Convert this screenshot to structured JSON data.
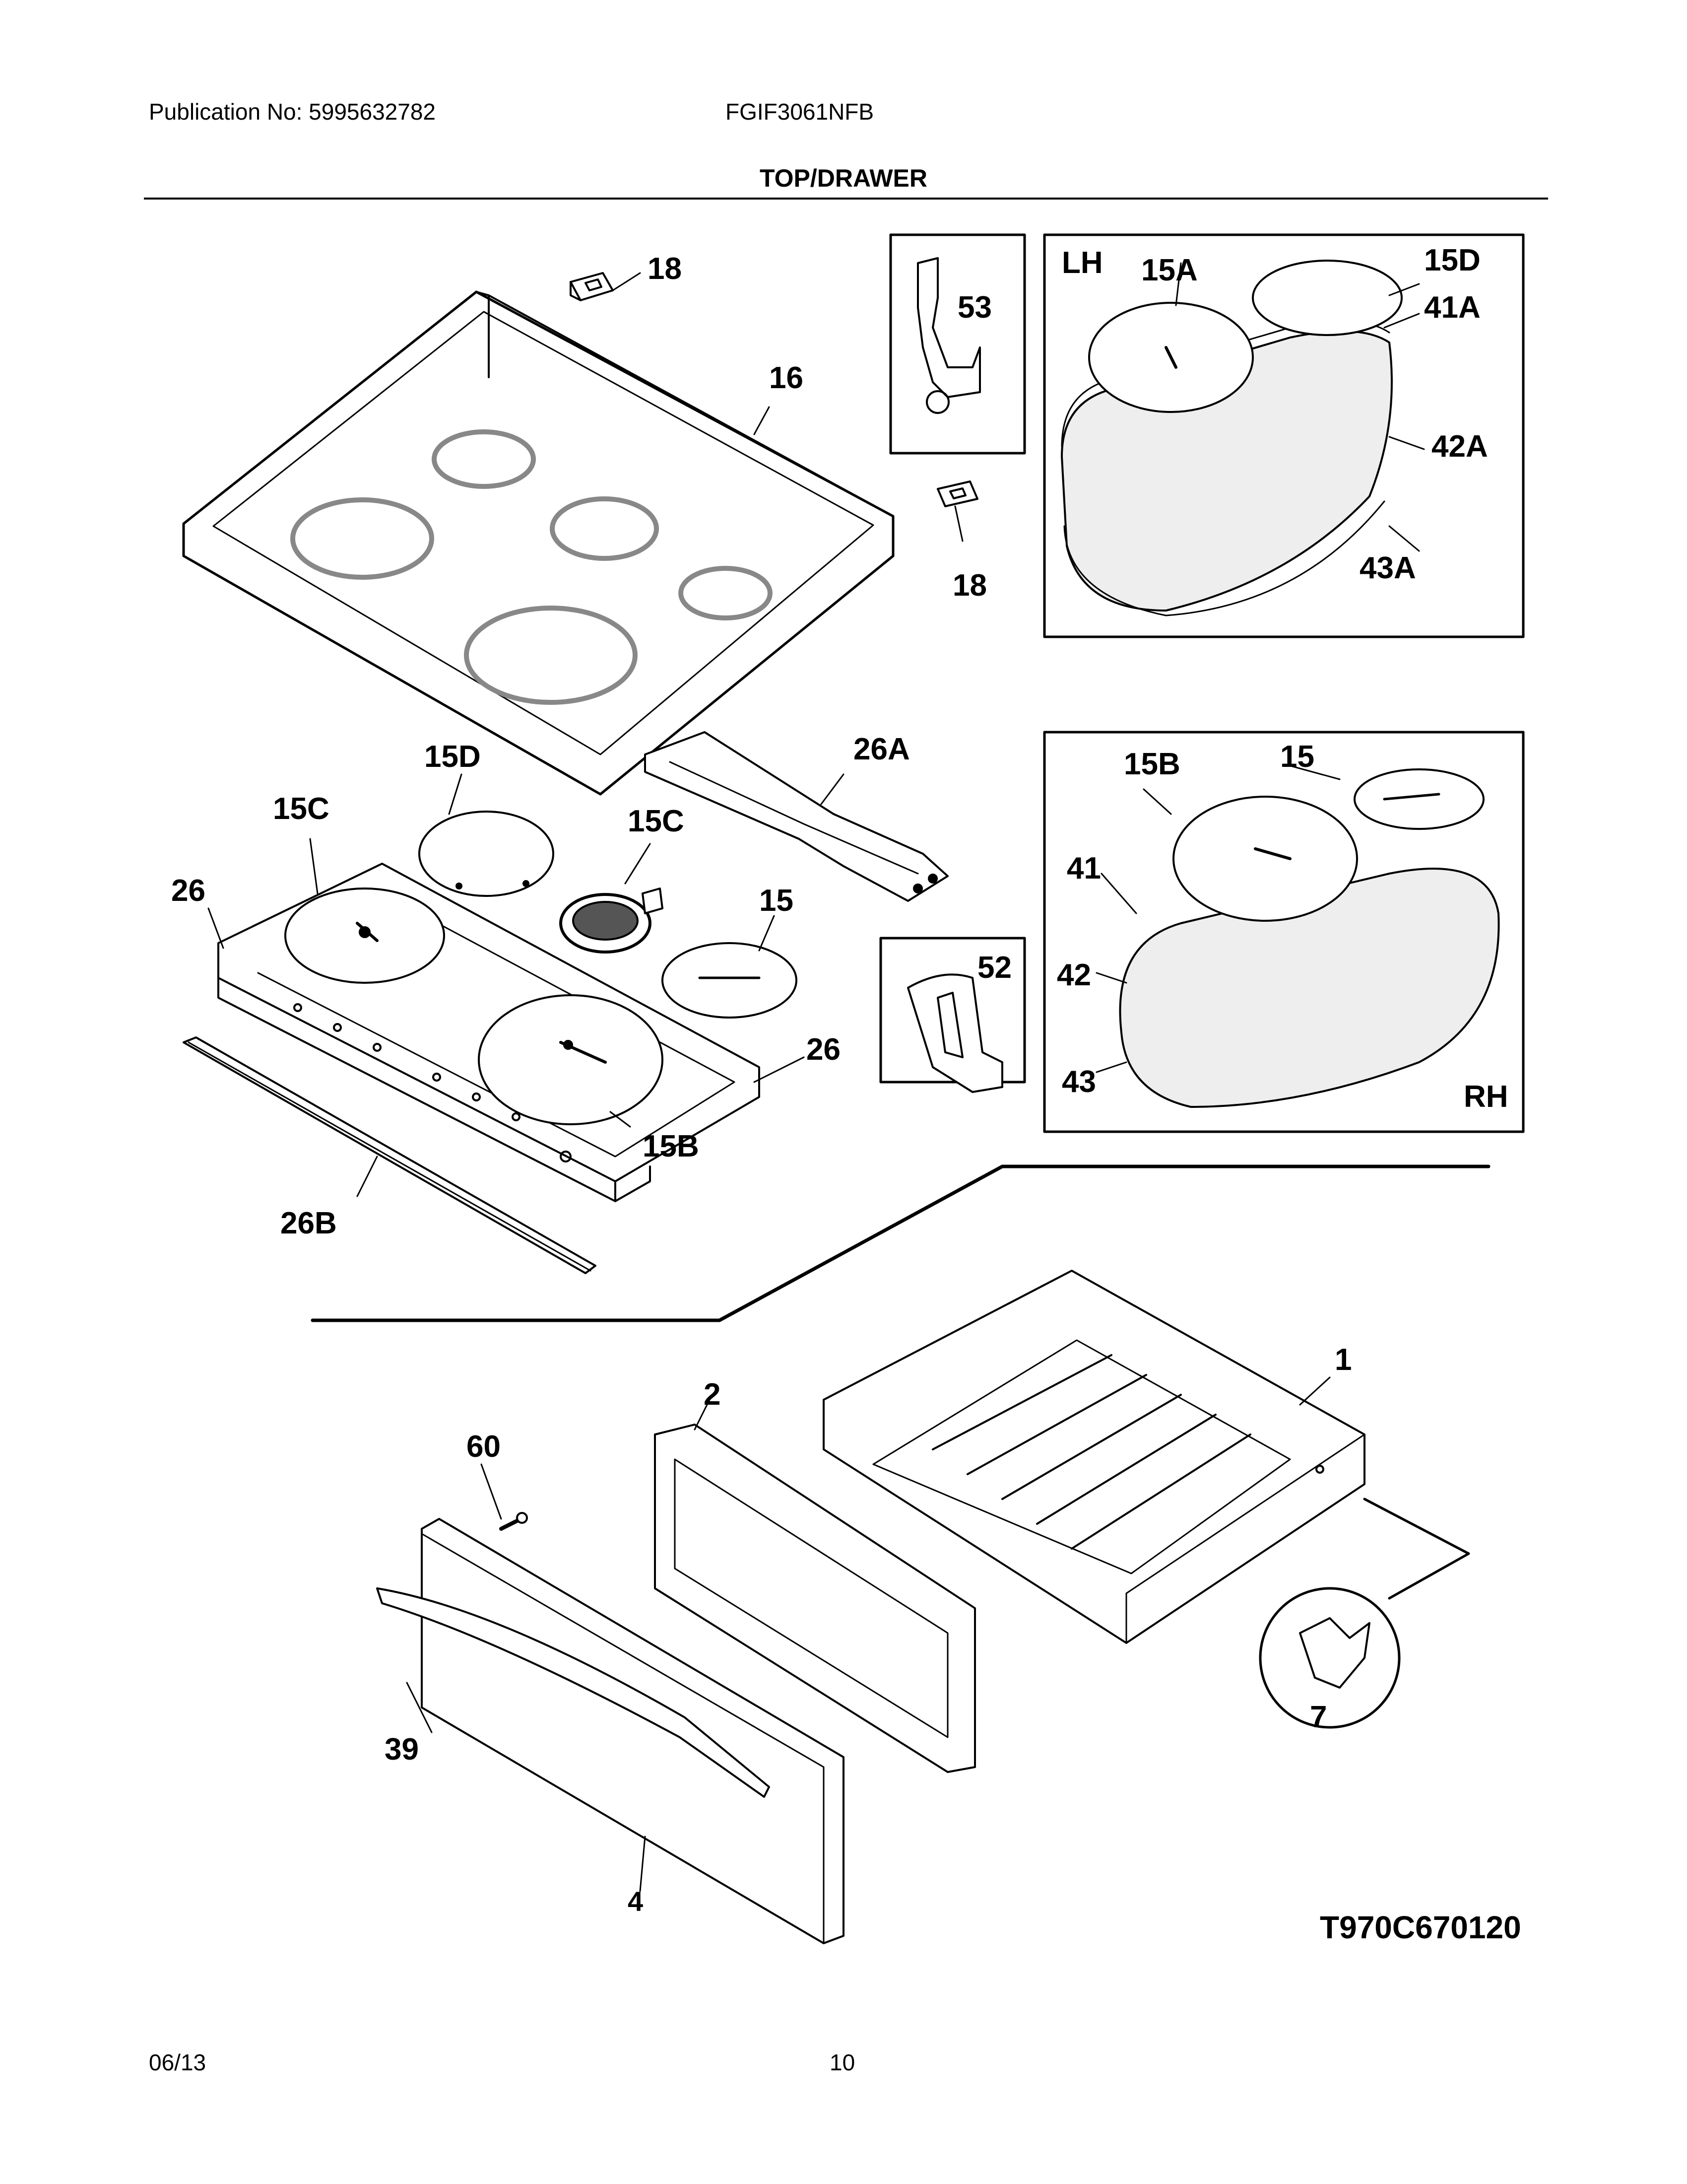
{
  "header": {
    "publication": "Publication No: 5995632782",
    "model": "FGIF3061NFB",
    "section_title": "TOP/DRAWER"
  },
  "footer": {
    "date": "06/13",
    "page_number": "10"
  },
  "diagram_code": "T970C670120",
  "insets": {
    "lh_label": "LH",
    "rh_label": "RH"
  },
  "callouts": {
    "c18_top": "18",
    "c16": "16",
    "c53": "53",
    "c18_right": "18",
    "lh_15a": "15A",
    "lh_15d": "15D",
    "lh_41a": "41A",
    "lh_42a": "42A",
    "lh_43a": "43A",
    "c15d": "15D",
    "c26a": "26A",
    "c15c_left": "15C",
    "c15c_mid": "15C",
    "c26_left": "26",
    "c15": "15",
    "c26_right": "26",
    "c15b": "15B",
    "c26b": "26B",
    "c52": "52",
    "rh_15b": "15B",
    "rh_15": "15",
    "rh_41": "41",
    "rh_42": "42",
    "rh_43": "43",
    "c1": "1",
    "c2": "2",
    "c60": "60",
    "c7": "7",
    "c39": "39",
    "c4": "4"
  }
}
